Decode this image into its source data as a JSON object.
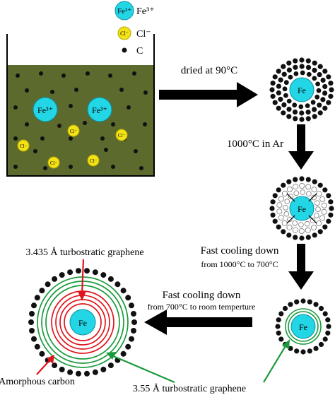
{
  "legend": {
    "fe_ion_label": "Fe²⁺",
    "fe3_text": "Fe³⁺",
    "cl_ion_label": "Cl⁻",
    "cl_text": "Cl⁻",
    "carbon_text": "C"
  },
  "beaker": {
    "fe_label_1": "Fe³⁺",
    "fe_label_2": "Fe³⁺",
    "cl_label": "Cl⁻"
  },
  "steps": {
    "step1": "dried at 90°C",
    "step2": "1000°C in Ar",
    "step3_line1": "Fast cooling down",
    "step3_line2": "from 1000°C to 700°C",
    "step4_line1": "Fast cooling down",
    "step4_line2": "from 700°C to room temperture"
  },
  "particles": {
    "core_label": "Fe"
  },
  "annotations": {
    "graphene_3435": "3.435 Å turbostratic graphene",
    "amorphous": "Amorphous carbon",
    "graphene_355": "3.55 Å turbostratic graphene"
  },
  "colors": {
    "liquid": "#5c6a2e",
    "fe_ion": "#23d6e6",
    "cl_ion": "#f3e215",
    "carbon": "#111111",
    "green_ring": "#1a9a3c",
    "red_ring": "#e0141c"
  }
}
